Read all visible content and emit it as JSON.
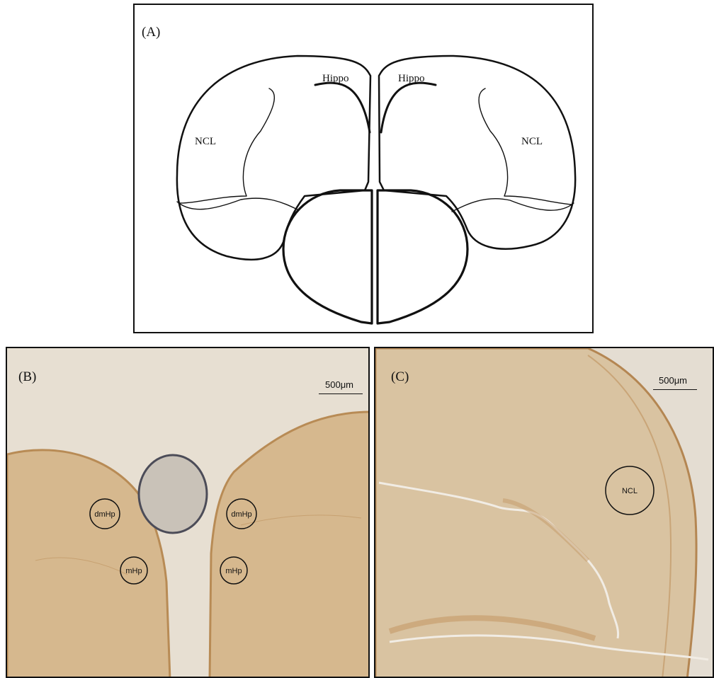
{
  "panels": {
    "a": {
      "letter": "(A)",
      "labels": {
        "hippo_left": "Hippo",
        "hippo_right": "Hippo",
        "ncl_left": "NCL",
        "ncl_right": "NCL"
      }
    },
    "b": {
      "letter": "(B)",
      "scale": "500μm",
      "regions": {
        "dmhp_left": "dmHp",
        "dmhp_right": "dmHp",
        "mhp_left": "mHp",
        "mhp_right": "mHp"
      }
    },
    "c": {
      "letter": "(C)",
      "scale": "500μm",
      "regions": {
        "ncl": "NCL"
      }
    }
  },
  "colors": {
    "tissue": "#d2b48a",
    "tissue_dark": "#b98f5c",
    "background_slide": "#e7dfd2",
    "outline": "#111111"
  }
}
